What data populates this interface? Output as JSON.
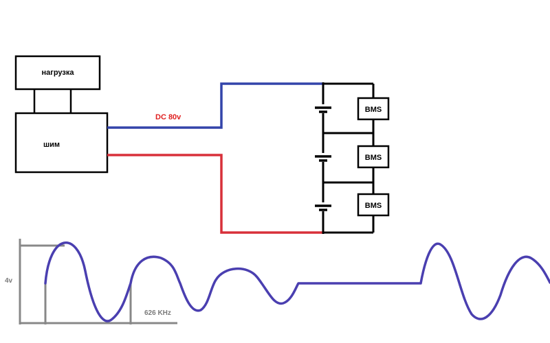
{
  "diagram": {
    "load_label": "нагрузка",
    "pwm_label": "шим",
    "dc_label": "DC 80v",
    "bms_labels": [
      "BMS",
      "BMS",
      "BMS"
    ],
    "amplitude_label": "4v",
    "frequency_label": "626 KHz"
  },
  "colors": {
    "positive_wire": "#3344aa",
    "negative_wire": "#d8303a",
    "wave": "#4a3fb0",
    "dimension_lines": "#888888",
    "outline": "#000000",
    "dc_text": "#e02020"
  }
}
